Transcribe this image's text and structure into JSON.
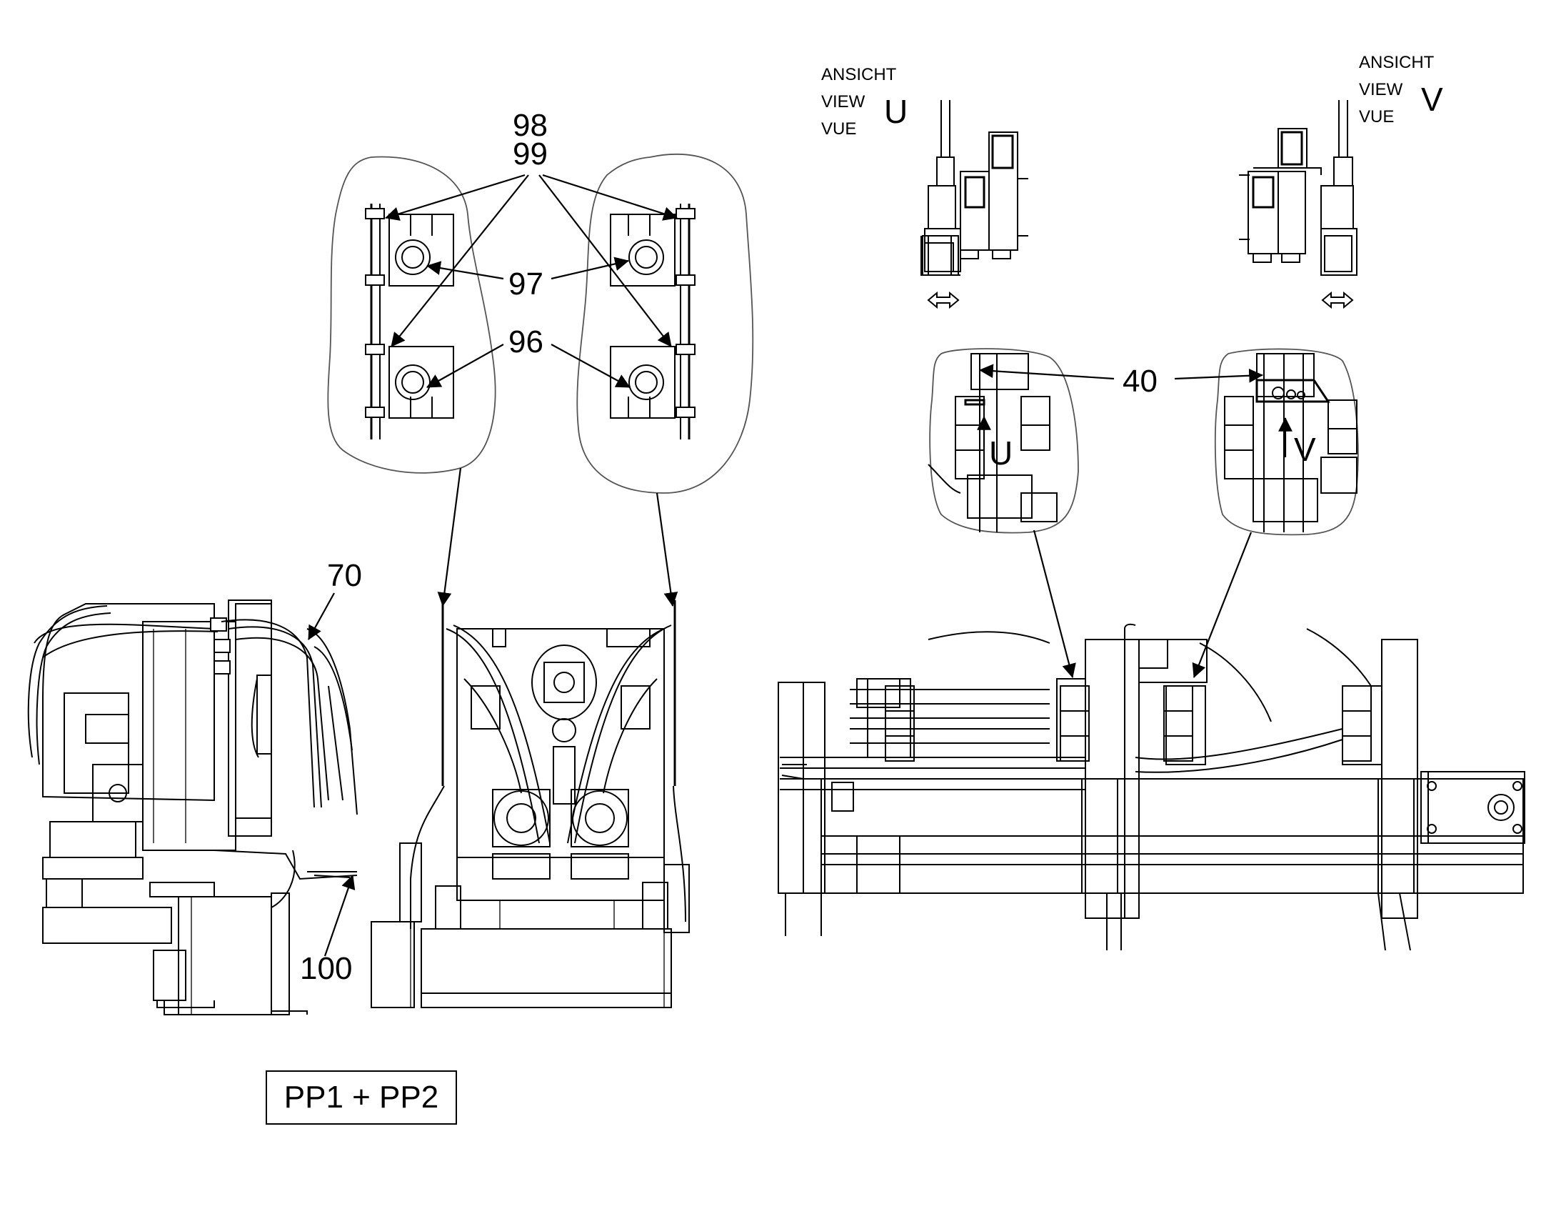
{
  "callouts": {
    "c98": "98",
    "c99": "99",
    "c97": "97",
    "c96": "96",
    "c70": "70",
    "c100": "100",
    "c40": "40"
  },
  "views": {
    "u": {
      "line1": "ANSICHT",
      "line2": "VIEW",
      "line3": "VUE",
      "letter": "U",
      "marker": "U"
    },
    "v": {
      "line1": "ANSICHT",
      "line2": "VIEW",
      "line3": "VUE",
      "letter": "V",
      "marker": "V"
    }
  },
  "assembly_label": "PP1 + PP2",
  "colors": {
    "line": "#000000",
    "background": "#ffffff",
    "outline": "#555555"
  }
}
